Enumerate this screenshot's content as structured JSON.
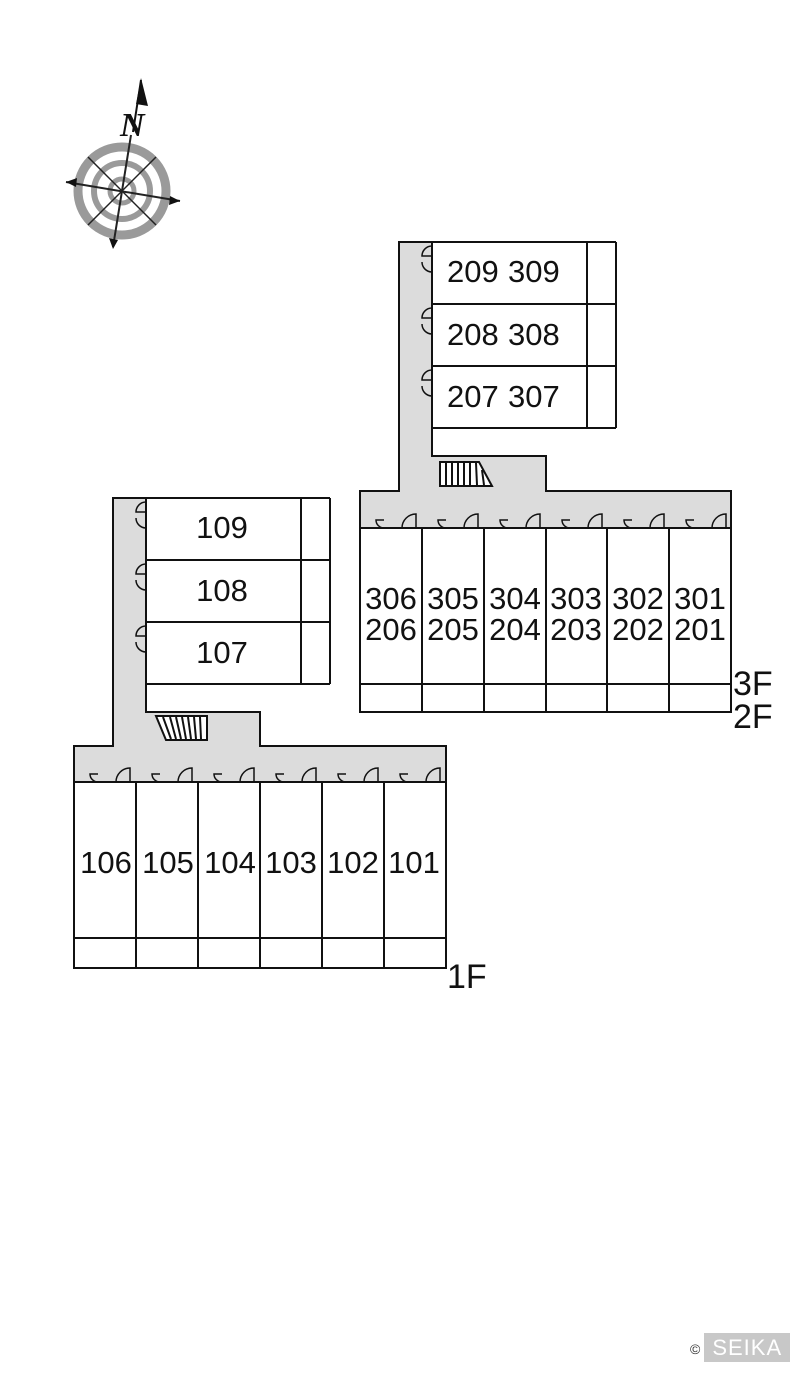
{
  "compass": {
    "north_label": "N"
  },
  "building_1": {
    "floor_label": "1F",
    "side_units": [
      "109",
      "108",
      "107"
    ],
    "row_units": [
      "106",
      "105",
      "104",
      "103",
      "102",
      "101"
    ]
  },
  "building_2": {
    "floor_labels": [
      "3F",
      "2F"
    ],
    "side_units": [
      {
        "left": "209",
        "right": "309"
      },
      {
        "left": "208",
        "right": "308"
      },
      {
        "left": "207",
        "right": "307"
      }
    ],
    "row_units": [
      {
        "top": "306",
        "bottom": "206"
      },
      {
        "top": "305",
        "bottom": "205"
      },
      {
        "top": "304",
        "bottom": "204"
      },
      {
        "top": "303",
        "bottom": "203"
      },
      {
        "top": "302",
        "bottom": "202"
      },
      {
        "top": "301",
        "bottom": "201"
      }
    ]
  },
  "copyright": {
    "symbol": "©",
    "brand": "SEIKA"
  },
  "colors": {
    "corridor": "#dcdcdc",
    "wall": "#111111",
    "background": "#ffffff"
  }
}
